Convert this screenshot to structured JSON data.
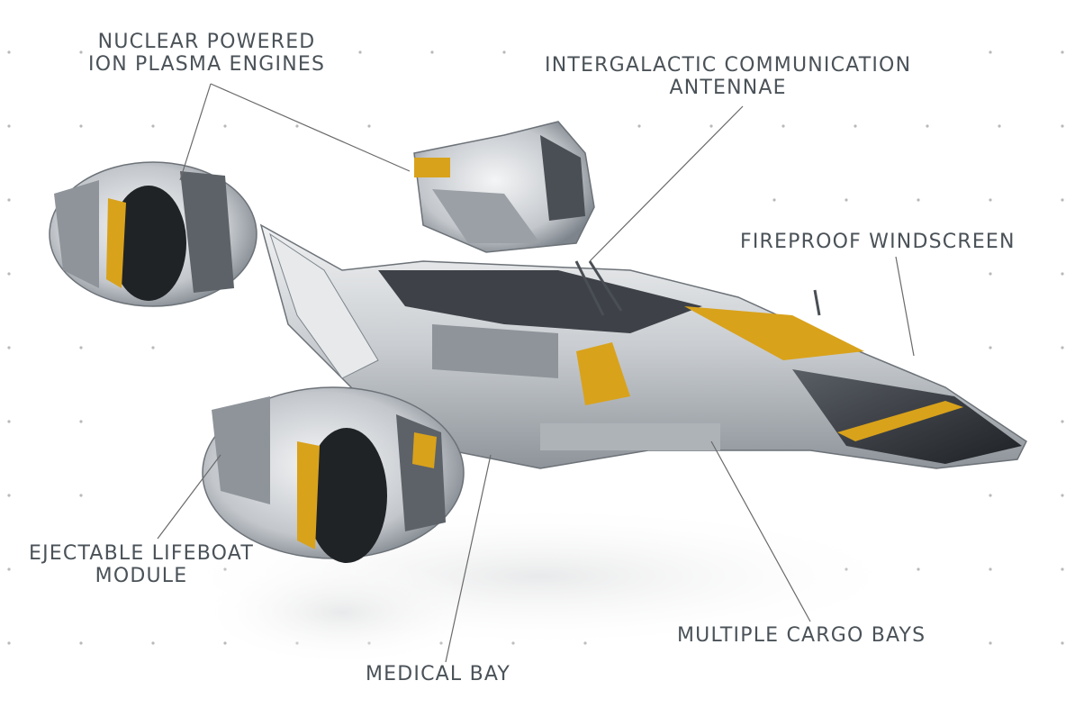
{
  "labels": {
    "engines": {
      "line1": "NUCLEAR POWERED",
      "line2": "ION PLASMA ENGINES"
    },
    "antennae": {
      "line1": "INTERGALACTIC COMMUNICATION",
      "line2": "ANTENNAE"
    },
    "windscreen": {
      "line1": "FIREPROOF WINDSCREEN"
    },
    "lifeboat": {
      "line1": "EJECTABLE LIFEBOAT",
      "line2": "MODULE"
    },
    "medical": {
      "line1": "MEDICAL BAY"
    },
    "cargo": {
      "line1": "MULTIPLE CARGO BAYS"
    }
  },
  "colors": {
    "label_text": "#4a5258",
    "leader_line": "#6a6a6a",
    "hull_light": "#d9dcdf",
    "hull_dark": "#3a3e43",
    "accent_yellow": "#d9a21b",
    "grid_dot": "#b9b9b9"
  }
}
